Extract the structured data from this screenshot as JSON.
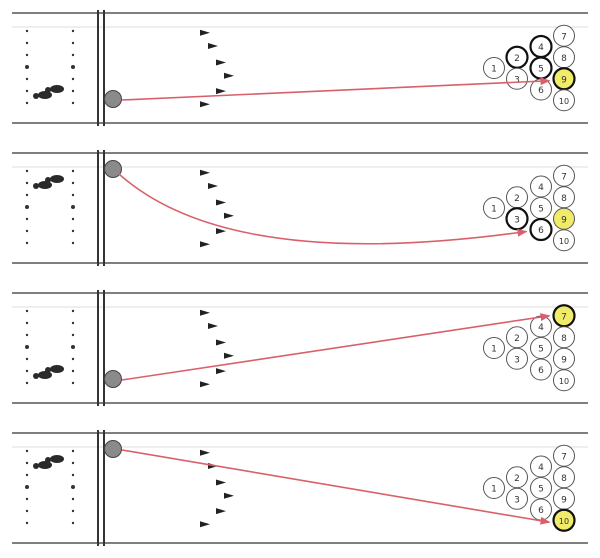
{
  "colors": {
    "lane_line": "#555555",
    "foul_line": "#333333",
    "arrow": "#d9606a",
    "dots": "#333333",
    "ball": "#8a8a8a",
    "pin_outline": "#555555",
    "pin_highlight": "#f0ec6a",
    "background": "#ffffff"
  },
  "icons": {
    "feet": "footprints-icon",
    "ball": "bowling-ball-icon",
    "target_arrow": "lane-arrow-icon",
    "pin": "pin-circle-icon"
  },
  "pin_labels": [
    "1",
    "2",
    "3",
    "4",
    "5",
    "6",
    "7",
    "8",
    "9",
    "10"
  ],
  "lanes": [
    {
      "name": "lane-1",
      "ball_position": "bottom",
      "feet_position": "bottom",
      "shot": "straight",
      "target_pin": "9",
      "highlighted_pins": [
        "9"
      ],
      "bold_pins": [
        "2",
        "4",
        "5",
        "9"
      ]
    },
    {
      "name": "lane-2",
      "ball_position": "top",
      "feet_position": "top",
      "shot": "curved",
      "target_pin": "6",
      "highlighted_pins": [
        "9"
      ],
      "bold_pins": [
        "3",
        "6"
      ]
    },
    {
      "name": "lane-3",
      "ball_position": "bottom",
      "feet_position": "bottom",
      "shot": "straight",
      "target_pin": "7",
      "highlighted_pins": [
        "7"
      ],
      "bold_pins": [
        "7"
      ]
    },
    {
      "name": "lane-4",
      "ball_position": "top",
      "feet_position": "top",
      "shot": "straight",
      "target_pin": "10",
      "highlighted_pins": [
        "10"
      ],
      "bold_pins": [
        "10"
      ]
    }
  ]
}
